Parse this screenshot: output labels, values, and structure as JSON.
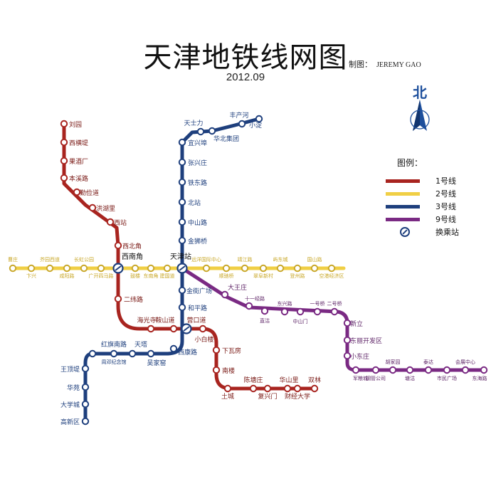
{
  "title": "天津地铁线网图",
  "date": "2012.09",
  "credit": {
    "label": "制图：",
    "name": "JEREMY GAO"
  },
  "north": "北",
  "legend": {
    "title": "图例：",
    "items": [
      {
        "label": "1号线",
        "color": "#a8241f"
      },
      {
        "label": "2号线",
        "color": "#f0cf45"
      },
      {
        "label": "3号线",
        "color": "#1e3f7d"
      },
      {
        "label": "9号线",
        "color": "#7a2a83"
      },
      {
        "label": "换乘站",
        "color": "#1e3f7d",
        "icon": "interchange-icon"
      }
    ]
  },
  "lines": [
    {
      "id": "line1",
      "color": "#a8241f",
      "stations": [
        "刘园",
        "西横堤",
        "果酒厂",
        "本溪路",
        "勤俭道",
        "洪湖里",
        "西站",
        "西北角",
        "西南角",
        "二纬路",
        "海光寺",
        "鞍山道",
        "营口道",
        "小白楼",
        "下瓦房",
        "南楼",
        "土城",
        "陈塘庄",
        "复兴门",
        "华山里",
        "财经大学",
        "双林"
      ]
    },
    {
      "id": "line2",
      "color": "#f0cf45",
      "stations": [
        "曹庄",
        "卞兴",
        "芥园西道",
        "咸阳路",
        "长虹公园",
        "广开四马路",
        "西南角",
        "鼓楼",
        "东南角",
        "建国道",
        "天津站",
        "远洋国际中心",
        "顺驰桥",
        "靖江路",
        "翠阜新村",
        "屿东城",
        "登州路",
        "国山路",
        "空港经济区"
      ]
    },
    {
      "id": "line3",
      "color": "#1e3f7d",
      "stations": [
        "小淀",
        "丰产河",
        "华北集团",
        "天士力",
        "宜兴埠",
        "张兴庄",
        "铁东路",
        "北站",
        "中山路",
        "金狮桥",
        "天津站",
        "金街广场",
        "和平路",
        "营口道",
        "西康路",
        "吴家窑",
        "天塔",
        "周邓纪念馆",
        "红旗南路",
        "王顶堤",
        "华苑",
        "大学城",
        "高新区"
      ]
    },
    {
      "id": "line9",
      "color": "#7a2a83",
      "stations": [
        "天津站",
        "大王庄",
        "十一经路",
        "直沽",
        "东兴路",
        "中山门",
        "一号桥",
        "二号桥",
        "新立",
        "东丽开发区",
        "小东庄",
        "军粮城",
        "钢管公司",
        "胡家园",
        "塘沽",
        "泰达",
        "市民广场",
        "会展中心",
        "东海路"
      ]
    }
  ],
  "interchanges": [
    "西南角",
    "天津站",
    "营口道"
  ]
}
